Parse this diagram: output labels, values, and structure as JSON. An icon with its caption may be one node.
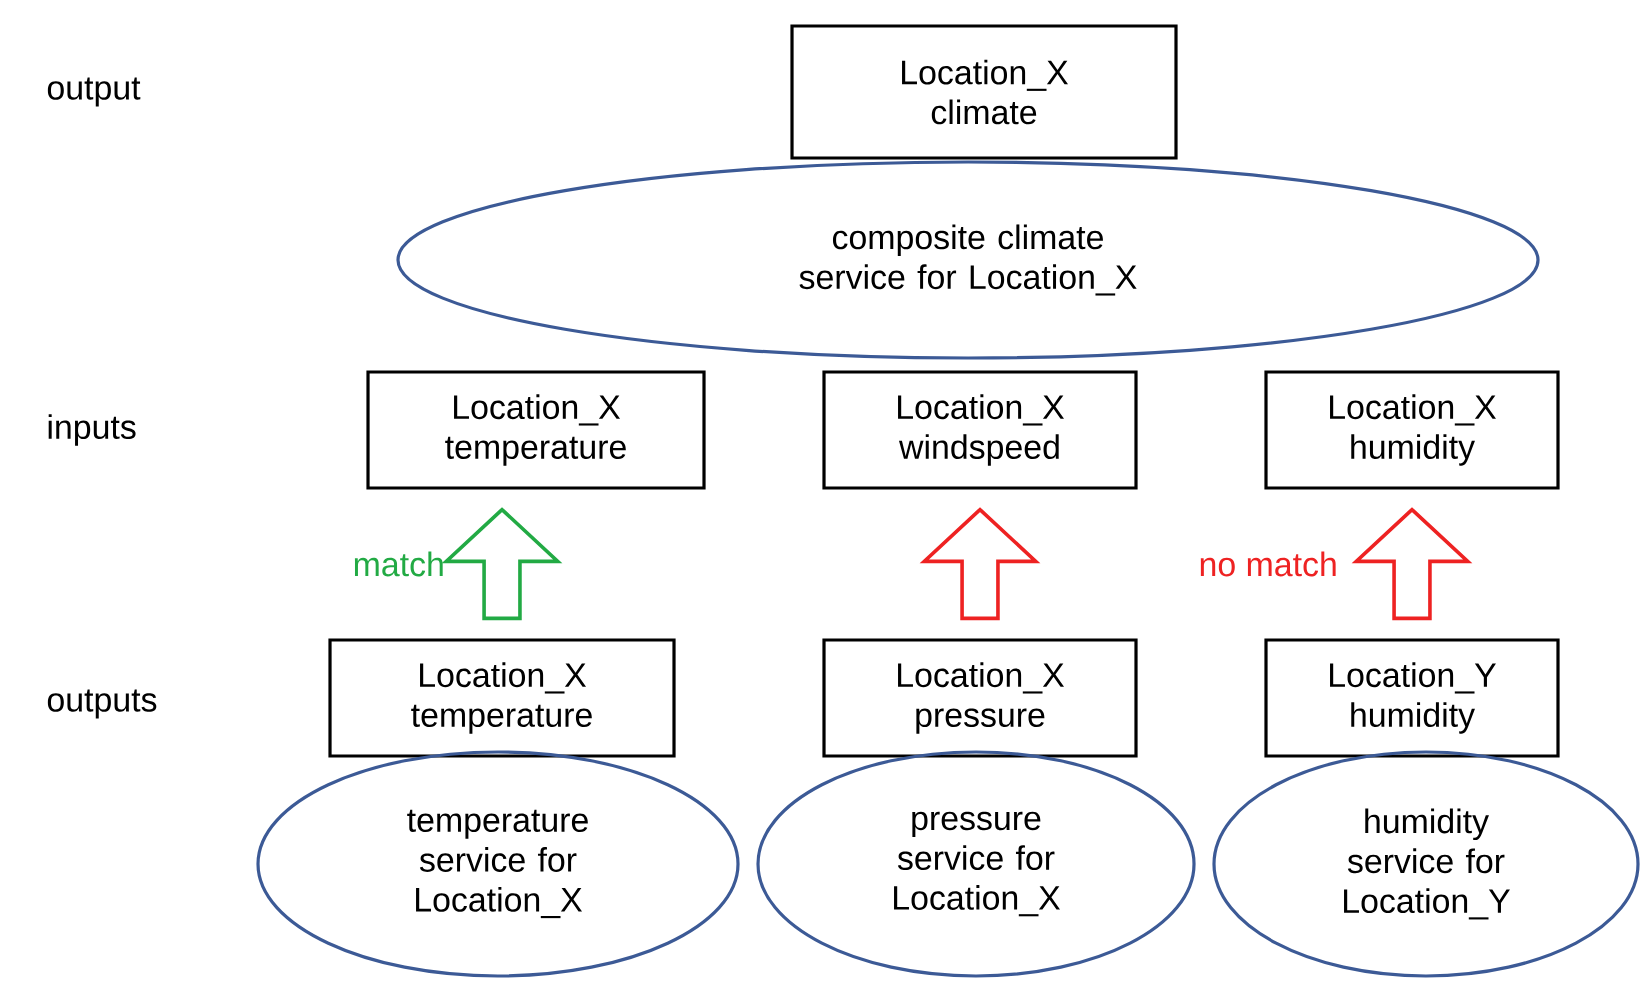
{
  "diagram": {
    "nodes": [
      {
        "text": [
          "Location_X climate"
        ]
      },
      {
        "text": [
          "composite climate service for Location_X"
        ]
      },
      {
        "text": [
          "Location_X temperature"
        ]
      },
      {
        "text": [
          "Location_X windspeed"
        ]
      },
      {
        "text": [
          "Location_X humidity"
        ]
      },
      {
        "text": [
          "Location_X temperature"
        ]
      },
      {
        "text": [
          "Location_X pressure"
        ]
      },
      {
        "text": [
          "Location_Y humidity"
        ]
      },
      {
        "text": [
          "temperature service for Location_X"
        ]
      },
      {
        "text": [
          "pressure service for Location_X"
        ]
      },
      {
        "text": [
          "humidity service for Location_Y"
        ]
      }
    ],
    "edges": [
      {
        "from": 5,
        "to": 2,
        "arrow": "to",
        "label": "match",
        "color": "#22aa44"
      },
      {
        "from": 6,
        "to": 3,
        "arrow": "to",
        "color": "#ee2222"
      },
      {
        "from": 7,
        "to": 4,
        "arrow": "to",
        "label": "no match",
        "color": "#ee2222"
      }
    ],
    "labels": [
      "output",
      "inputs",
      "outputs"
    ]
  }
}
